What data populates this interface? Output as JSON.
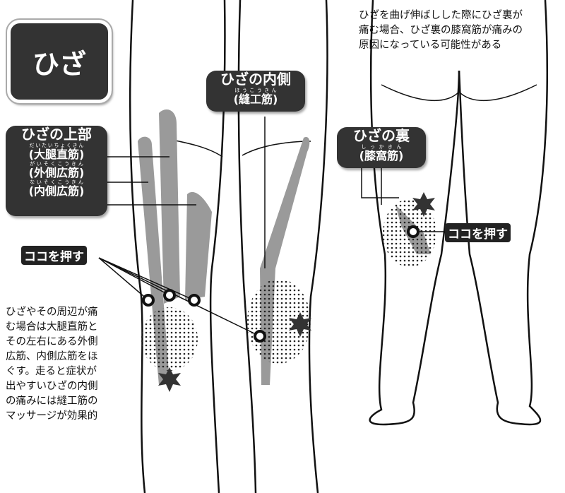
{
  "title": "ひざ",
  "note_top_right": [
    "ひざを曲げ伸ばしした際にひざ裏が",
    "痛む場合、ひざ裏の膝窩筋が痛みの",
    "原因になっている可能性がある"
  ],
  "note_bottom_left": [
    "ひざやその周辺が痛",
    "む場合は大腿直筋と",
    "その左右にある外側",
    "広筋、内側広筋をほ",
    "ぐす。走ると症状が",
    "出やすいひざの内側",
    "の痛みには縫工筋の",
    "マッサージが効果的"
  ],
  "label_upper": {
    "heading": "ひざの上部",
    "muscles": [
      {
        "name": "(大腿直筋)",
        "reading": "だいたいちょくきん"
      },
      {
        "name": "(外側広筋)",
        "reading": "がいそくこうきん"
      },
      {
        "name": "(内側広筋)",
        "reading": "ないそくこうきん"
      }
    ]
  },
  "label_inner": {
    "heading": "ひざの内側",
    "name": "(縫工筋)",
    "reading": "ほうこうきん"
  },
  "label_back": {
    "heading": "ひざの裏",
    "name": "(膝窩筋)",
    "reading": "しっかきん"
  },
  "push_here": "ココを押す",
  "colors": {
    "box": "#333333",
    "muscle": "#999999",
    "line": "#111111"
  }
}
